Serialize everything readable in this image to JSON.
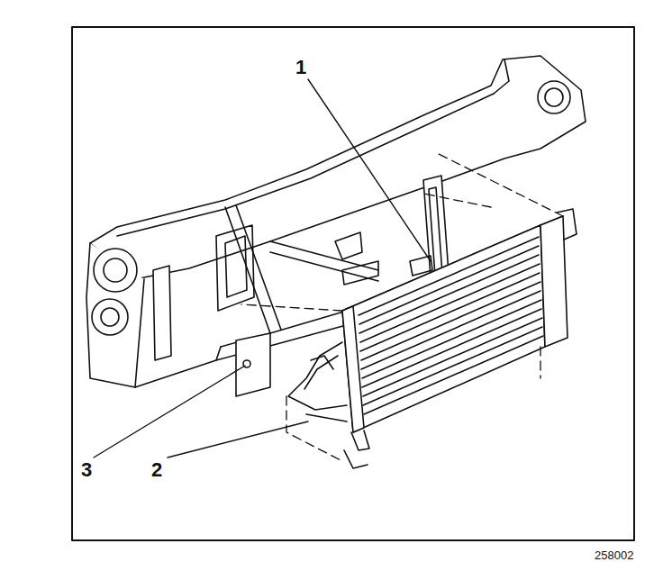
{
  "diagram": {
    "labels": [
      "1",
      "3",
      "2",
      "258002"
    ]
  }
}
